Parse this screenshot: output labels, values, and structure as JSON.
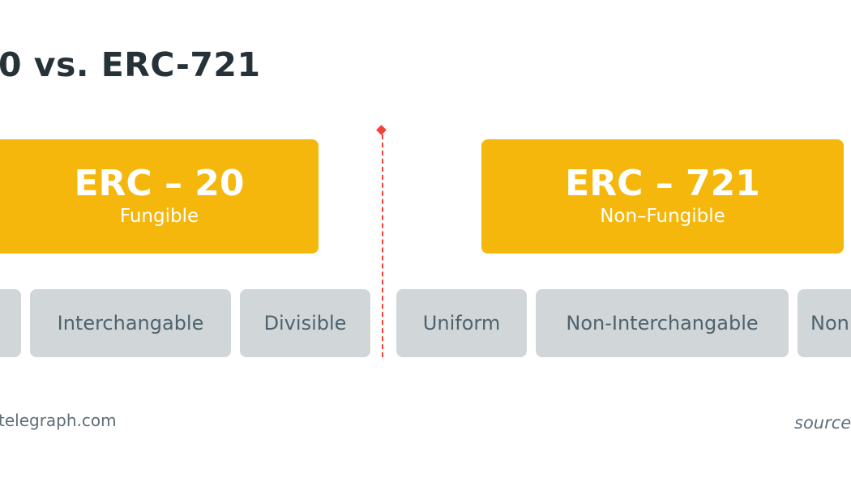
{
  "title": "0 vs. ERC-721",
  "left": {
    "heading": "ERC – 20",
    "subheading": "Fungible",
    "traits": [
      "",
      "Interchangable",
      "Divisible"
    ]
  },
  "right": {
    "heading": "ERC – 721",
    "subheading": "Non–Fungible",
    "traits": [
      "Uniform",
      "Non-Interchangable",
      "Non"
    ]
  },
  "footer": {
    "left": "telegraph.com",
    "right": "source"
  },
  "colors": {
    "accent": "#f5b70b",
    "trait_bg": "#d1d6d9",
    "divider": "#f44336",
    "title": "#263238"
  }
}
